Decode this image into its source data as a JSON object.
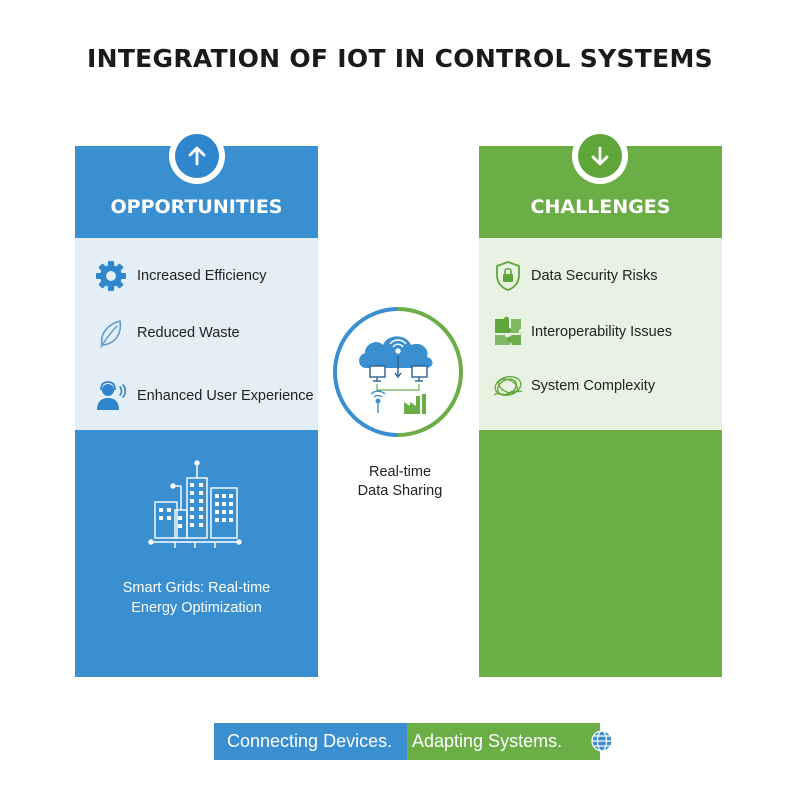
{
  "title": "INTEGRATION OF IOT IN CONTROL SYSTEMS",
  "opportunities": {
    "heading": "OPPORTUNITIES",
    "badge_icon": "arrow-up-icon",
    "items": [
      {
        "label": "Increased Efficiency",
        "icon": "gear-icon"
      },
      {
        "label": "Reduced Waste",
        "icon": "leaf-icon"
      },
      {
        "label": "Enhanced User Experience",
        "icon": "user-headset-icon"
      }
    ],
    "illustration_icon": "smart-city-icon",
    "caption_line1": "Smart Grids: Real-time",
    "caption_line2": "Energy Optimization"
  },
  "challenges": {
    "heading": "CHALLENGES",
    "badge_icon": "arrow-down-icon",
    "items": [
      {
        "label": "Data Security Risks",
        "icon": "shield-lock-icon"
      },
      {
        "label": "Interoperability Issues",
        "icon": "puzzle-icon"
      },
      {
        "label": "System Complexity",
        "icon": "tangle-icon"
      }
    ]
  },
  "hub": {
    "icon": "cloud-network-icon",
    "caption_line1": "Real-time",
    "caption_line2": "Data Sharing"
  },
  "banner": {
    "part1": "Connecting Devices.",
    "part2": "Adapting Systems.",
    "icon": "globe-icon"
  },
  "colors": {
    "blue": "#3a8fd1",
    "green": "#6aae45",
    "light_blue": "#e4eef7",
    "light_green": "#e9f2e2"
  }
}
